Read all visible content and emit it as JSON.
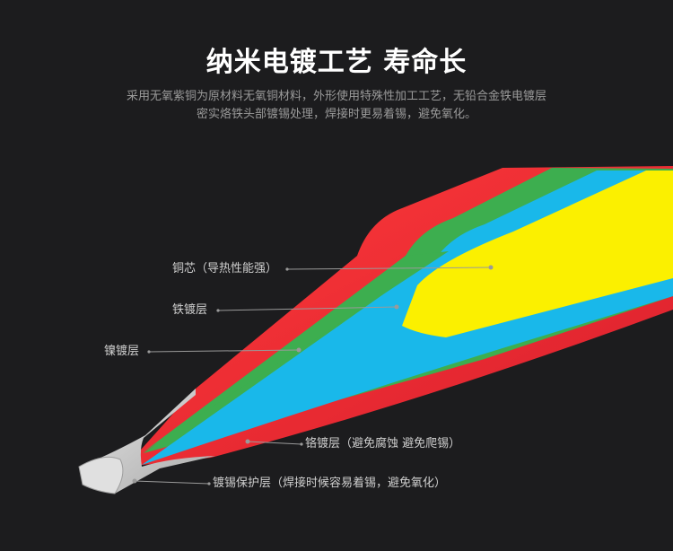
{
  "header": {
    "title": "纳米电镀工艺 寿命长",
    "description_line1": "采用无氧紫铜为原材料无氧铜材料，外形使用特殊性加工工艺，无铅合金铁电镀层",
    "description_line2": "密实烙铁头部镀锡处理，焊接时更易着锡，避免氧化。"
  },
  "labels": {
    "copper_core": "铜芯（导热性能强）",
    "iron_layer": "铁镀层",
    "nickel_layer": "镍镀层",
    "chrome_layer": "铬镀层（避免腐蚀 避免爬锡）",
    "tin_layer": "镀锡保护层（焊接时候容易着锡，避免氧化）"
  },
  "colors": {
    "background": "#1c1c1e",
    "chrome": "#ee2b35",
    "nickel": "#3dae4f",
    "iron": "#19b8ea",
    "copper": "#fbf000",
    "tin": "#c9c9c9"
  }
}
